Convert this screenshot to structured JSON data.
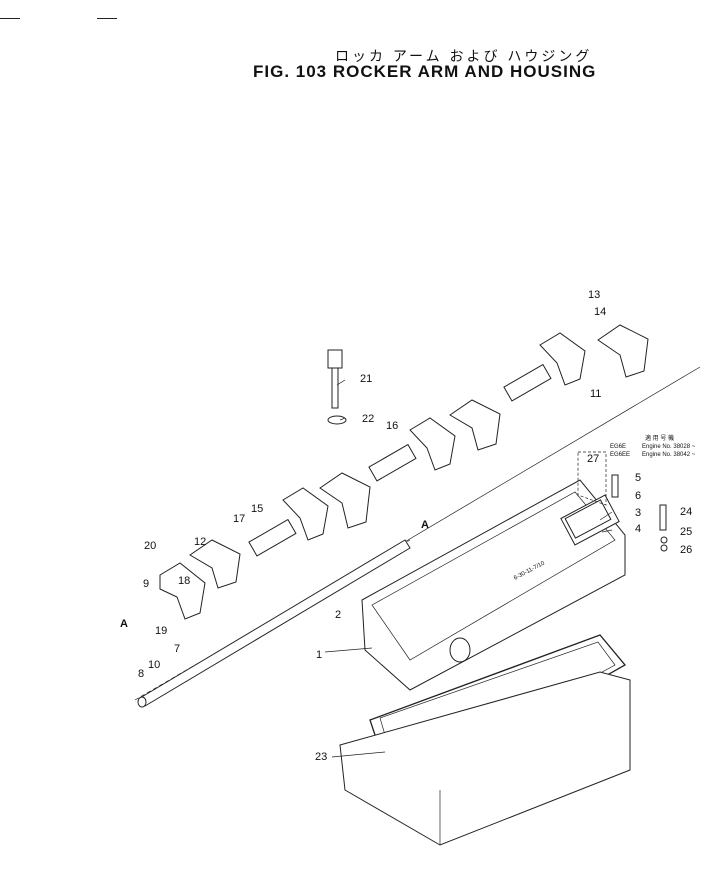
{
  "header": {
    "title_jp": "ロッカ アーム および ハウジング",
    "title_en": "FIG. 103  ROCKER ARM AND HOUSING"
  },
  "applicability": {
    "heading": "適 用 号 機",
    "models": [
      "EG6E",
      "EG6EE"
    ],
    "engines": [
      "Engine No. 38028 ~",
      "Engine No. 38042 ~"
    ]
  },
  "callouts": [
    "1",
    "2",
    "3",
    "4",
    "5",
    "6",
    "7",
    "8",
    "9",
    "10",
    "11",
    "12",
    "13",
    "14",
    "15",
    "16",
    "17",
    "18",
    "19",
    "20",
    "21",
    "22",
    "23",
    "24",
    "25",
    "26",
    "27"
  ],
  "view_marks": [
    "A",
    "A"
  ],
  "part_stamp": "6-30-11-7/10"
}
